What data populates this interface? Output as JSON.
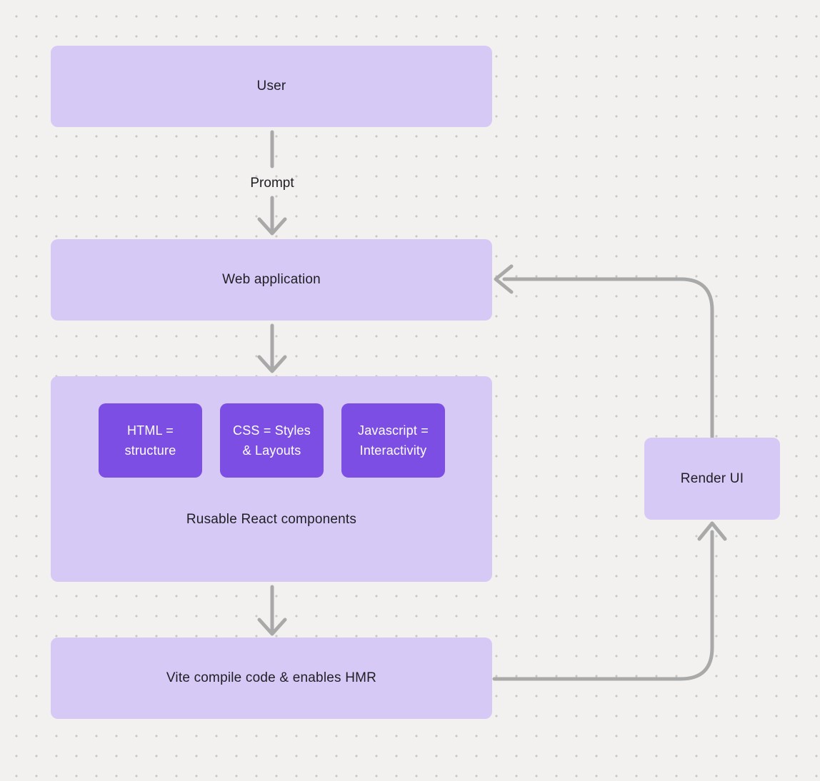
{
  "colors": {
    "bg": "#f2f1f0",
    "dot": "#c9c6c3",
    "node_fill": "#d7c9f6",
    "accent_fill": "#7c4ee3",
    "edge": "#a9a9a9",
    "text_dark": "#1f1f23",
    "text_light": "#ffffff"
  },
  "nodes": {
    "user": "User",
    "web_application": "Web application",
    "vite": "Vite compile code & enables HMR",
    "render_ui": "Render UI",
    "group_caption": "Rusable React components",
    "html": {
      "line1": "HTML =",
      "line2": "structure"
    },
    "css": {
      "line1": "CSS = Styles",
      "line2": "& Layouts"
    },
    "javascript": {
      "line1": "Javascript =",
      "line2": "Interactivity"
    }
  },
  "edges": {
    "prompt_label": "Prompt"
  }
}
